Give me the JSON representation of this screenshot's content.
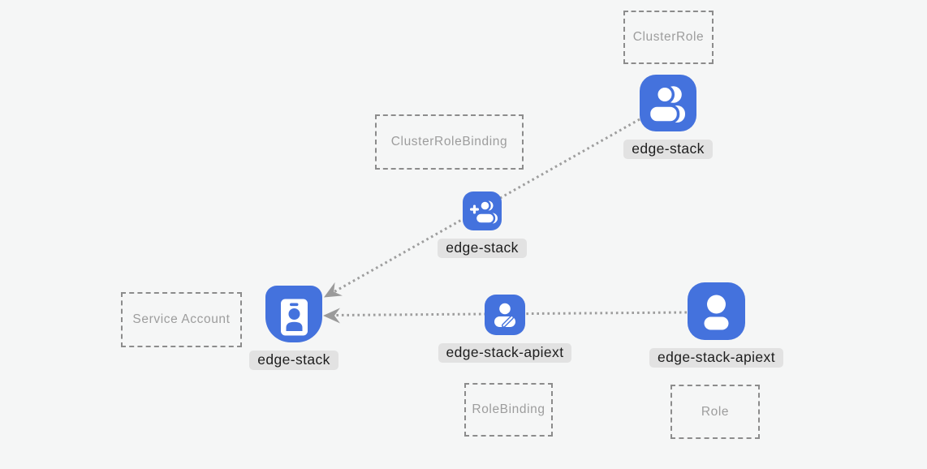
{
  "title": "Kubernetes RBAC diagram",
  "colors": {
    "canvas_bg": "#f5f6f6",
    "node_blue": "#4472DD",
    "label_bg": "#e2e2e2",
    "label_text": "#1d1d1d",
    "box_border": "#8c8c8c",
    "box_text": "#9d9d9d",
    "line": "#9e9e9e",
    "arrow": "#9a9a9a"
  },
  "boxes": [
    {
      "id": "cluster-role",
      "label": "ClusterRole"
    },
    {
      "id": "cluster-role-binding",
      "label": "ClusterRoleBinding"
    },
    {
      "id": "service-account",
      "label": "Service Account"
    },
    {
      "id": "role-binding",
      "label": "RoleBinding"
    },
    {
      "id": "role",
      "label": "Role"
    }
  ],
  "nodes": [
    {
      "id": "clusterrole-node",
      "kind": "ClusterRole",
      "label": "edge-stack",
      "icon": "people-icon"
    },
    {
      "id": "clusterrolebinding-node",
      "kind": "ClusterRoleBinding",
      "label": "edge-stack",
      "icon": "person-add-icon"
    },
    {
      "id": "serviceaccount-node",
      "kind": "Service Account",
      "label": "edge-stack",
      "icon": "badge-icon"
    },
    {
      "id": "rolebinding-node",
      "kind": "RoleBinding",
      "label": "edge-stack-apiext",
      "icon": "person-edit-icon"
    },
    {
      "id": "role-node",
      "kind": "Role",
      "label": "edge-stack-apiext",
      "icon": "person-icon"
    }
  ],
  "edges": [
    {
      "from": "clusterrole-node",
      "to": "serviceaccount-node",
      "style": "dotted",
      "arrow": "at-target"
    },
    {
      "from": "role-node",
      "to": "serviceaccount-node",
      "style": "dotted",
      "arrow": "at-target"
    }
  ]
}
